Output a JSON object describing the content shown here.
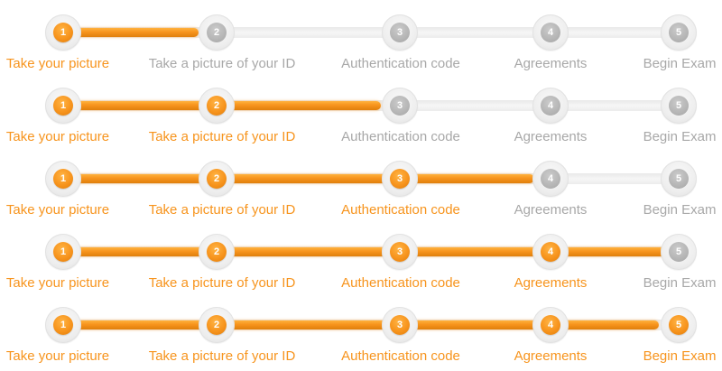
{
  "colors": {
    "active": "#f7941d",
    "inactive_text": "#a8a8a8",
    "inactive_dot": "#b5b5b5",
    "track": "#eeeeee"
  },
  "steps": [
    {
      "number": "1",
      "label": "Take your picture"
    },
    {
      "number": "2",
      "label": "Take a picture of your ID"
    },
    {
      "number": "3",
      "label": "Authentication code"
    },
    {
      "number": "4",
      "label": "Agreements"
    },
    {
      "number": "5",
      "label": "Begin Exam"
    }
  ],
  "progress_bars": [
    {
      "current_step": 1
    },
    {
      "current_step": 2
    },
    {
      "current_step": 3
    },
    {
      "current_step": 4
    },
    {
      "current_step": 5
    }
  ]
}
